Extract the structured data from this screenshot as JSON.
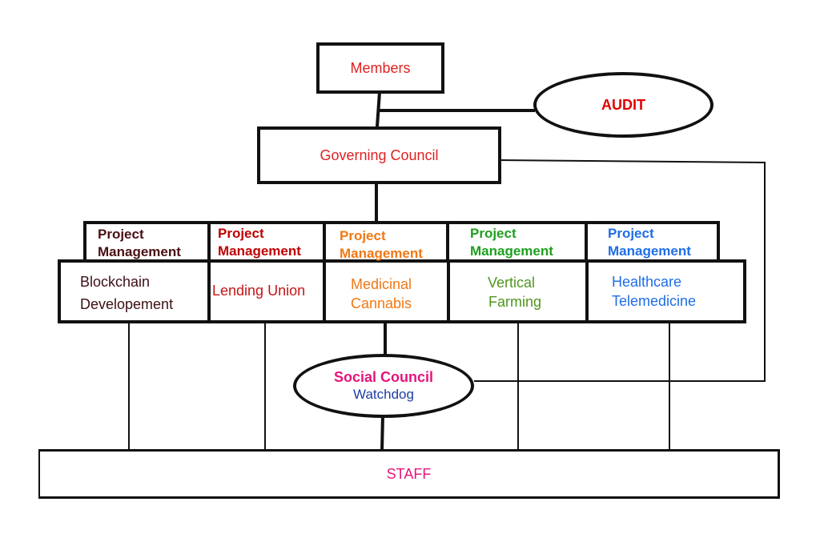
{
  "members": {
    "label": "Members",
    "color": "#e02020"
  },
  "audit": {
    "label": "AUDIT",
    "color": "#e00000"
  },
  "governing_council": {
    "label": "Governing Council",
    "color": "#e02020"
  },
  "project_management": [
    {
      "line1": "Project",
      "line2": "Management",
      "color": "#4a0f14"
    },
    {
      "line1": "Project",
      "line2": "Management",
      "color": "#c00000"
    },
    {
      "line1": "Project",
      "line2": "Management",
      "color": "#f07814"
    },
    {
      "line1": "Project",
      "line2": "Management",
      "color": "#1ea01e"
    },
    {
      "line1": "Project",
      "line2": "Management",
      "color": "#1e6ee6"
    }
  ],
  "projects": [
    {
      "line1": "Blockchain",
      "line2": "Developement",
      "color": "#3c1014"
    },
    {
      "line1": "Lending Union",
      "line2": "",
      "color": "#c81414"
    },
    {
      "line1": "Medicinal",
      "line2": "Cannabis",
      "color": "#f07814"
    },
    {
      "line1": "Vertical",
      "line2": "Farming",
      "color": "#50961e"
    },
    {
      "line1": "Healthcare",
      "line2": "Telemedicine",
      "color": "#1e6ee6"
    }
  ],
  "social_council": {
    "title": "Social Council",
    "title_color": "#e6147c",
    "subtitle": "Watchdog",
    "subtitle_color": "#1e3ca0"
  },
  "staff": {
    "label": "STAFF",
    "color": "#e6147c"
  }
}
